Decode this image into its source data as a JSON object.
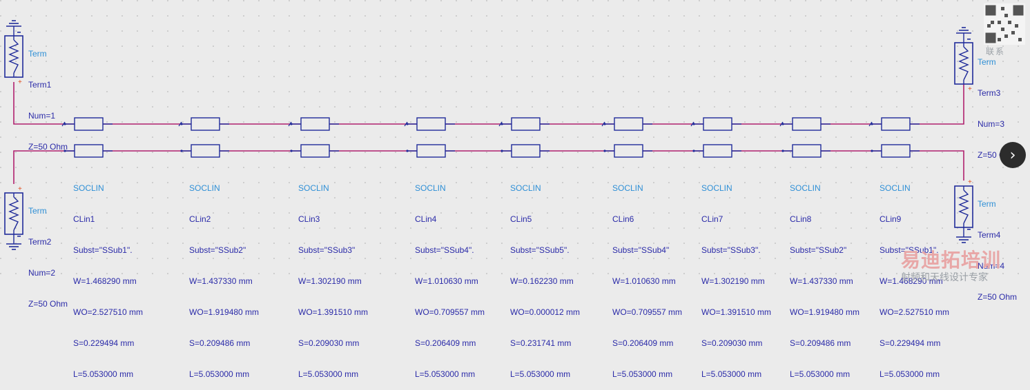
{
  "terms": [
    {
      "id": "term1",
      "head": "Term",
      "name": "Term1",
      "num": "Num=1",
      "z": "Z=50 Ohm"
    },
    {
      "id": "term3",
      "head": "Term",
      "name": "Term3",
      "num": "Num=3",
      "z": "Z=50 Ohm"
    },
    {
      "id": "term2",
      "head": "Term",
      "name": "Term2",
      "num": "Num=2",
      "z": "Z=50 Ohm"
    },
    {
      "id": "term4",
      "head": "Term",
      "name": "Term4",
      "num": "Num=4",
      "z": "Z=50 Ohm"
    }
  ],
  "clins": [
    {
      "type": "SOCLIN",
      "name": "CLin1",
      "subst": "Subst=\"SSub1\".",
      "w": "W=1.468290 mm",
      "wo": "WO=2.527510 mm",
      "s": "S=0.229494 mm",
      "l": "L=5.053000 mm"
    },
    {
      "type": "SOCLIN",
      "name": "CLin2",
      "subst": "Subst=\"SSub2\"",
      "w": "W=1.437330 mm",
      "wo": "WO=1.919480 mm",
      "s": "S=0.209486 mm",
      "l": "L=5.053000 mm"
    },
    {
      "type": "SOCLIN",
      "name": "CLin3",
      "subst": "Subst=\"SSub3\"",
      "w": "W=1.302190 mm",
      "wo": "WO=1.391510 mm",
      "s": "S=0.209030 mm",
      "l": "L=5.053000 mm"
    },
    {
      "type": "SOCLIN",
      "name": "CLin4",
      "subst": "Subst=\"SSub4\".",
      "w": "W=1.010630 mm",
      "wo": "WO=0.709557 mm",
      "s": "S=0.206409 mm",
      "l": "L=5.053000 mm"
    },
    {
      "type": "SOCLIN",
      "name": "CLin5",
      "subst": "Subst=\"SSub5\".",
      "w": "W=0.162230 mm",
      "wo": "WO=0.000012 mm",
      "s": "S=0.231741 mm",
      "l": "L=5.053000 mm"
    },
    {
      "type": "SOCLIN",
      "name": "CLin6",
      "subst": "Subst=\"SSub4\"",
      "w": "W=1.010630 mm",
      "wo": "WO=0.709557 mm",
      "s": "S=0.206409 mm",
      "l": "L=5.053000 mm"
    },
    {
      "type": "SOCLIN",
      "name": "CLin7",
      "subst": "Subst=\"SSub3\".",
      "w": "W=1.302190 mm",
      "wo": "WO=1.391510 mm",
      "s": "S=0.209030 mm",
      "l": "L=5.053000 mm"
    },
    {
      "type": "SOCLIN",
      "name": "CLin8",
      "subst": "Subst=\"SSub2\"",
      "w": "W=1.437330 mm",
      "wo": "WO=1.919480 mm",
      "s": "S=0.209486 mm",
      "l": "L=5.053000 mm"
    },
    {
      "type": "SOCLIN",
      "name": "CLin9",
      "subst": "Subst=\"SSub1\".",
      "w": "W=1.468290 mm",
      "wo": "WO=2.527510 mm",
      "s": "S=0.229494 mm",
      "l": "L=5.053000 mm"
    }
  ],
  "watermark": {
    "top": "联系",
    "logo": "易迪拓培训",
    "sub": "射频和天线设计专家"
  },
  "nav": {
    "next_glyph": "›"
  },
  "colors": {
    "wire": "#b0206e",
    "component": "#1f2b9a",
    "pin": "#e04a1a",
    "label": "#2a2aa8",
    "label_head": "#2e8fd6",
    "ground": "#1f2b9a"
  }
}
